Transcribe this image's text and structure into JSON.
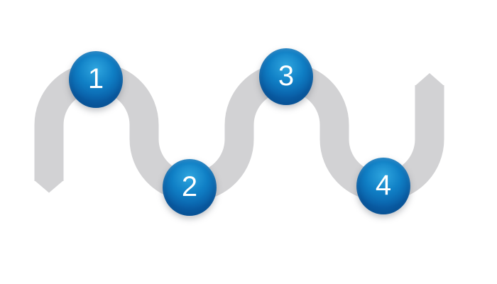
{
  "diagram": {
    "name": "serpentine process flow",
    "description": "wavy ribbon path with four numbered milestone spheres",
    "steps": [
      {
        "label": "1",
        "row": "top"
      },
      {
        "label": "2",
        "row": "bottom"
      },
      {
        "label": "3",
        "row": "top"
      },
      {
        "label": "4",
        "row": "bottom"
      }
    ]
  },
  "theme": {
    "background": "#ffffff",
    "ribbon": "#d2d2d4",
    "node_light": "#2fa6df",
    "node_mid": "#1080c6",
    "node_dark": "#0a5fa8",
    "node_text": "#ffffff"
  }
}
